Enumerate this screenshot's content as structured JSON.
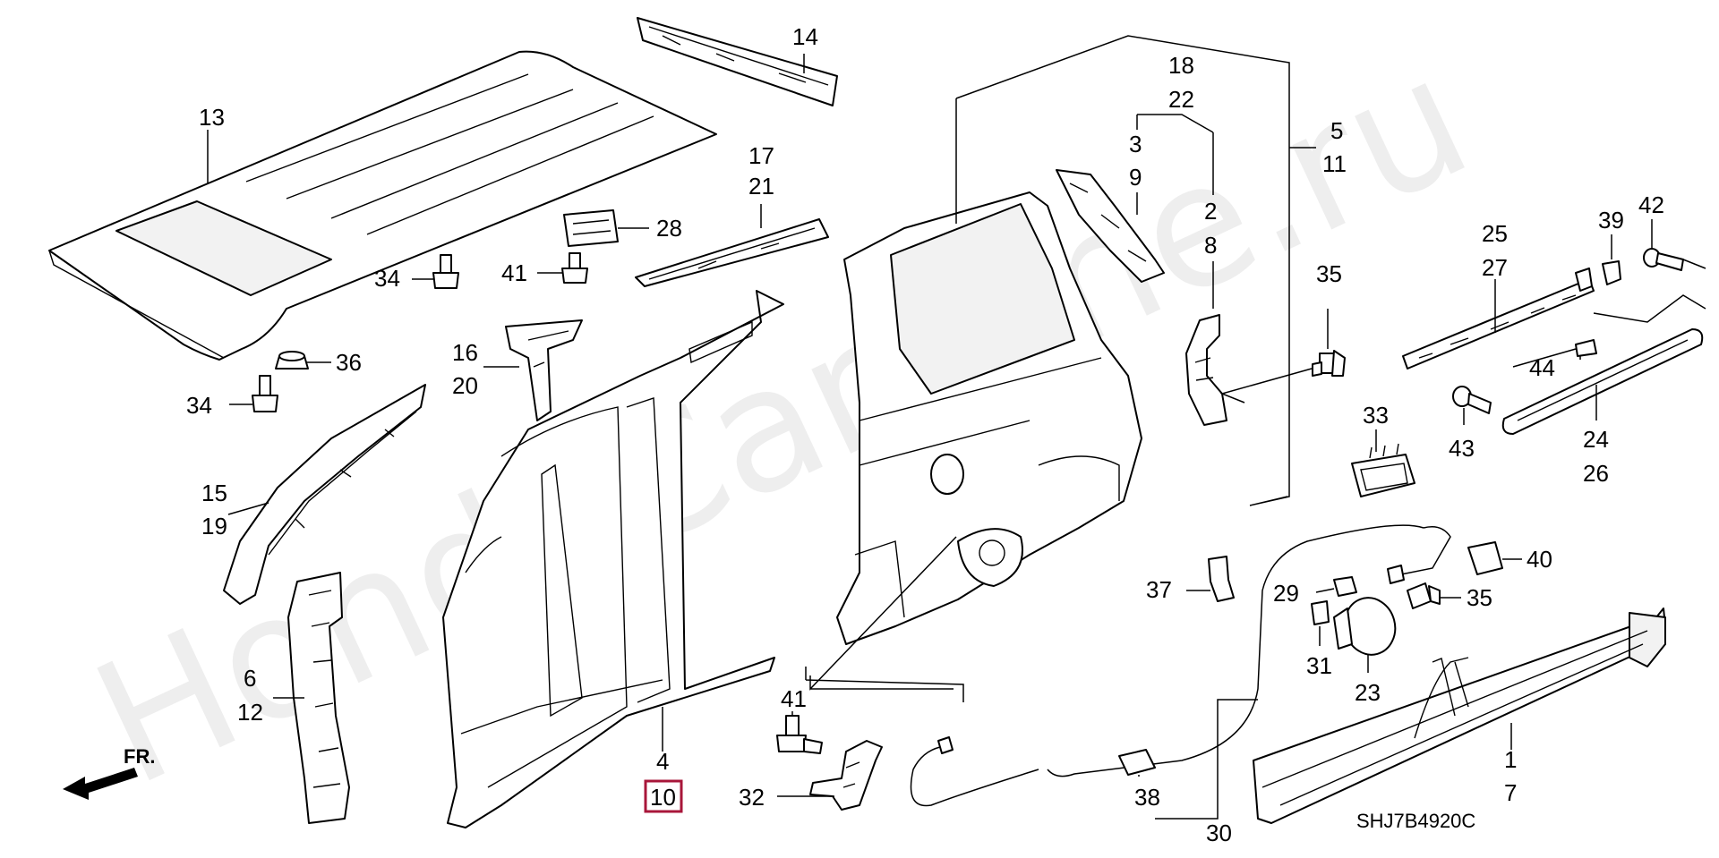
{
  "diagram": {
    "code": "SHJ7B4920C",
    "watermark": "HondaCarMine.ru",
    "front_marker": "FR.",
    "highlighted_label": "10"
  },
  "callouts": {
    "c13": "13",
    "c14": "14",
    "c17": "17",
    "c21": "21",
    "c28": "28",
    "c41a": "41",
    "c34a": "34",
    "c36": "36",
    "c34b": "34",
    "c16": "16",
    "c20": "20",
    "c15": "15",
    "c19": "19",
    "c6": "6",
    "c12": "12",
    "c4": "4",
    "c10": "10",
    "c18": "18",
    "c22": "22",
    "c3": "3",
    "c9": "9",
    "c2": "2",
    "c8": "8",
    "c5": "5",
    "c11": "11",
    "c35a": "35",
    "c25": "25",
    "c27": "27",
    "c39": "39",
    "c42": "42",
    "c44": "44",
    "c43": "43",
    "c24": "24",
    "c26": "26",
    "c33": "33",
    "c40": "40",
    "c37": "37",
    "c29": "29",
    "c35b": "35",
    "c31": "31",
    "c23": "23",
    "c41b": "41",
    "c32": "32",
    "c38": "38",
    "c30": "30",
    "c1": "1",
    "c7": "7"
  }
}
